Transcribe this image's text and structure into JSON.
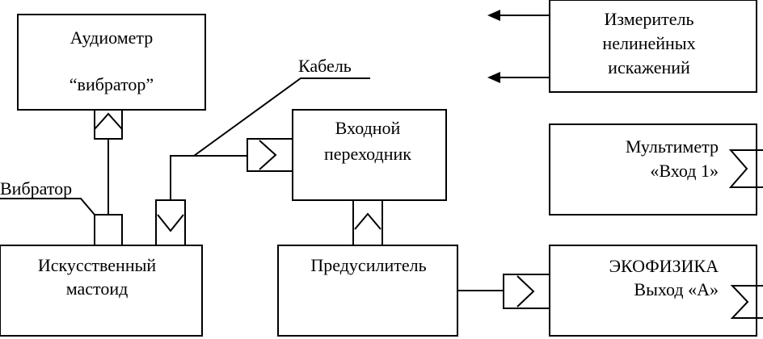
{
  "blocks": {
    "audiometer": {
      "line1": "Аудиометр",
      "line2": "“вибратор”"
    },
    "mastoid": {
      "line1": "Искусственный",
      "line2": "мастоид"
    },
    "input_adapter": {
      "line1": "Входной",
      "line2": "переходник"
    },
    "preamp": {
      "line1": "Предусилитель"
    },
    "distortion_meter": {
      "line1": "Измеритель",
      "line2": "нелинейных",
      "line3": "искажений"
    },
    "multimeter": {
      "line1": "Мультиметр",
      "line2": "«Вход 1»"
    },
    "ecophysics": {
      "line1": "ЭКОФИЗИКА",
      "line2": "Выход «А»"
    }
  },
  "labels": {
    "cable": "Кабель",
    "vibrator": "Вибратор"
  }
}
